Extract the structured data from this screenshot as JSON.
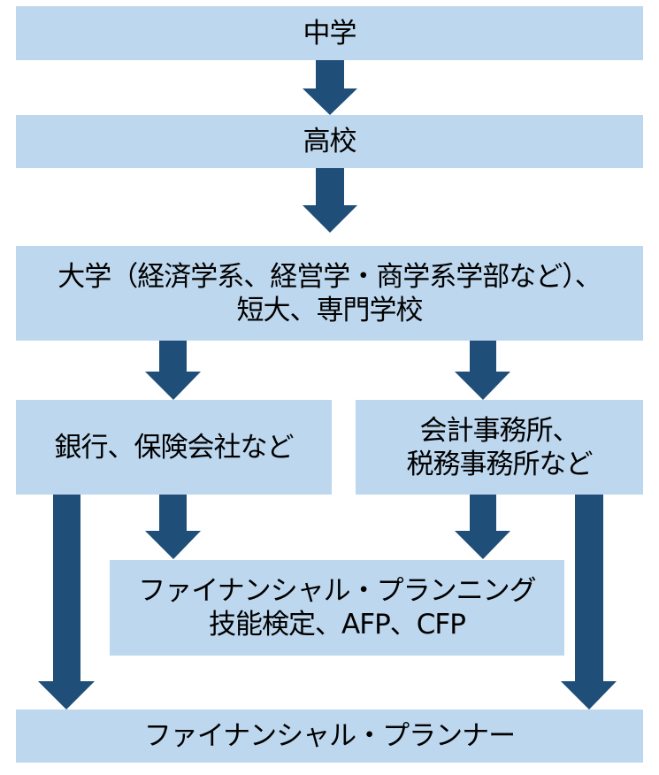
{
  "colors": {
    "box_fill": "#bdd7ee",
    "arrow_fill": "#1f4e79",
    "text": "#000000"
  },
  "nodes": {
    "junior_high": {
      "lines": [
        "中学"
      ]
    },
    "high_school": {
      "lines": [
        "高校"
      ]
    },
    "university": {
      "lines": [
        "大学（経済学系、経営学・商学系学部など）、",
        "短大、専門学校"
      ]
    },
    "banks": {
      "lines": [
        "銀行、保険会社など"
      ]
    },
    "accounting": {
      "lines": [
        "会計事務所、",
        "税務事務所など"
      ]
    },
    "certification": {
      "lines": [
        "ファイナンシャル・プランニング",
        "技能検定、AFP、CFP"
      ]
    },
    "planner": {
      "lines": [
        "ファイナンシャル・プランナー"
      ]
    }
  },
  "edges": [
    {
      "from": "junior_high",
      "to": "high_school"
    },
    {
      "from": "high_school",
      "to": "university"
    },
    {
      "from": "university",
      "to": "banks"
    },
    {
      "from": "university",
      "to": "accounting"
    },
    {
      "from": "banks",
      "to": "certification"
    },
    {
      "from": "accounting",
      "to": "certification"
    },
    {
      "from": "banks",
      "to": "planner"
    },
    {
      "from": "accounting",
      "to": "planner"
    }
  ]
}
